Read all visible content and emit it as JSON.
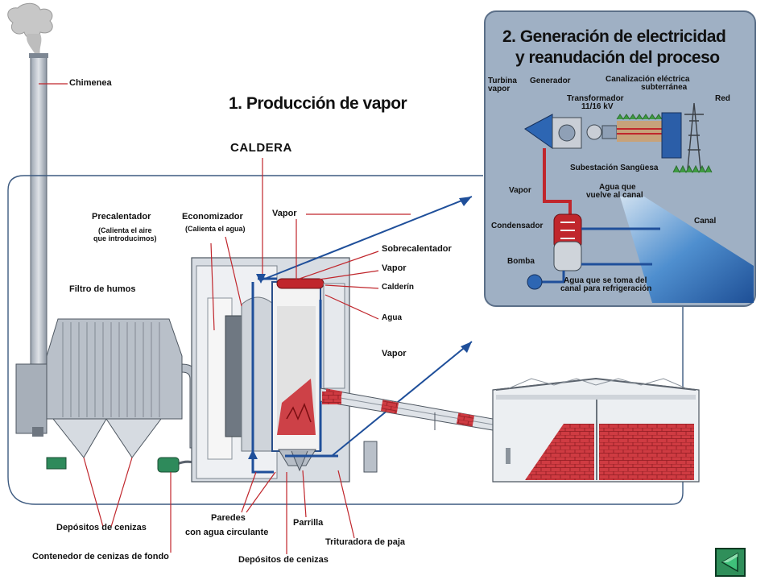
{
  "section1": {
    "title": "1. Producción de vapor",
    "caldera": "CALDERA"
  },
  "section2": {
    "title_line1": "2. Generación de electricidad",
    "title_line2": "y reanudación del proceso",
    "labels": {
      "turbina_line1": "Turbina",
      "turbina_line2": "vapor",
      "generador": "Generador",
      "canalizacion_line1": "Canalización eléctrica",
      "canalizacion_line2": "subterránea",
      "transformador_line1": "Transformador",
      "transformador_line2": "11/16 kV",
      "red": "Red",
      "subestacion": "Subestación Sangüesa",
      "vapor": "Vapor",
      "agua_vuelve_line1": "Agua que",
      "agua_vuelve_line2": "vuelve al canal",
      "condensador": "Condensador",
      "canal": "Canal",
      "bomba": "Bomba",
      "agua_toma_line1": "Agua que se toma del",
      "agua_toma_line2": "canal para refrigeración"
    }
  },
  "labels": {
    "chimenea": "Chimenea",
    "precalentador": "Precalentador",
    "precalentador_sub_line1": "(Calienta el aire",
    "precalentador_sub_line2": "que introducimos)",
    "economizador": "Economizador",
    "economizador_sub": "(Calienta el agua)",
    "vapor_top": "Vapor",
    "sobrecalentador": "Sobrecalentador",
    "vapor_mid": "Vapor",
    "calderin": "Calderín",
    "agua": "Agua",
    "vapor_low": "Vapor",
    "filtro": "Filtro de humos",
    "depositos_left": "Depósitos de cenizas",
    "paredes_line1": "Paredes",
    "paredes_line2": "con agua circulante",
    "parrilla": "Parrilla",
    "trituradora": "Trituradora de paja",
    "contenedor": "Contenedor de cenizas de fondo",
    "depositos_bottom": "Depósitos de cenizas"
  },
  "nav": {
    "back_icon": "back-triangle-icon"
  },
  "colors": {
    "panel": "#9fb0c4",
    "machinery": "#c9ced6",
    "pipe_blue": "#1f4f9a",
    "pipe_red": "#c0262c",
    "canal_blue": "#2a6fb5",
    "straw": "#d23a40"
  }
}
